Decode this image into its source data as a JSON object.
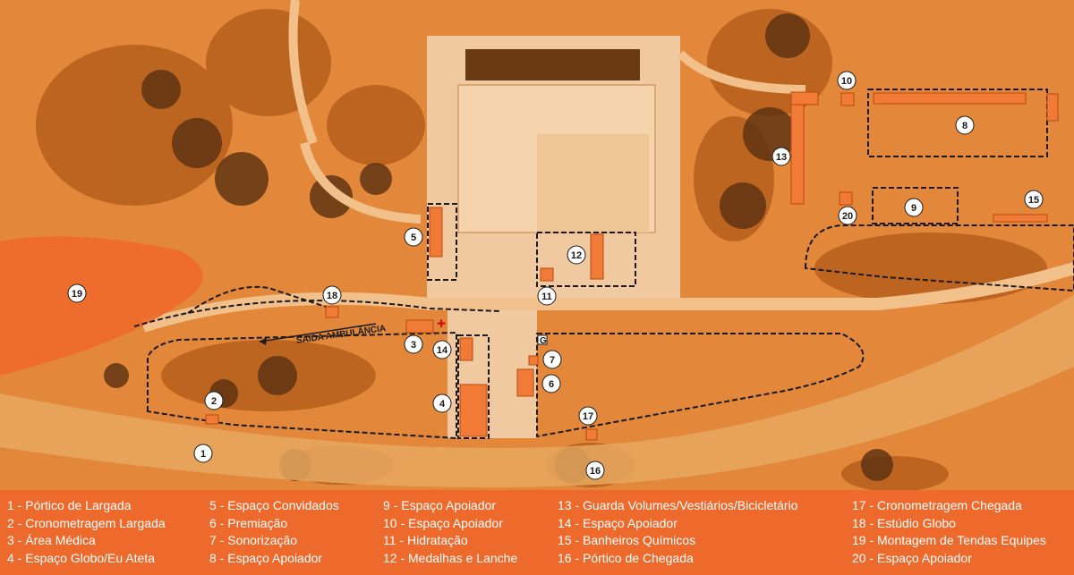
{
  "map": {
    "markers": [
      "1",
      "2",
      "3",
      "4",
      "5",
      "6",
      "7",
      "8",
      "9",
      "10",
      "11",
      "12",
      "13",
      "14",
      "15",
      "16",
      "17",
      "18",
      "19",
      "20"
    ],
    "road_label": "SAÍDA AMBULÂNCIA",
    "corner_label": "G",
    "colors": {
      "accent": "#ee6a2c",
      "tent_fill": "#f07a36",
      "dark_foliage": "#5a3010",
      "base": "#e98a3a"
    }
  },
  "legend": {
    "columns": [
      [
        "1 - Pórtico de Largada",
        "2 - Cronometragem Largada",
        "3 - Área Médica",
        "4 - Espaço Globo/Eu Ateta"
      ],
      [
        "5 - Espaço Convidados",
        "6 - Premiação",
        "7 - Sonorização",
        "8 - Espaço Apoiador"
      ],
      [
        "9 - Espaço Apoiador",
        "10 - Espaço Apoiador",
        "11 - Hidratação",
        "12 - Medalhas e Lanche"
      ],
      [
        "13 - Guarda Volumes/Vestiários/Bicicletário",
        "14 - Espaço Apoiador",
        "15 - Banheiros Químicos",
        "16 - Pórtico de Chegada"
      ],
      [
        "17 - Cronometragem Chegada",
        "18 - Estúdio Globo",
        "19 - Montagem de Tendas  Equipes",
        "20 - Espaço Apoiador"
      ]
    ]
  }
}
